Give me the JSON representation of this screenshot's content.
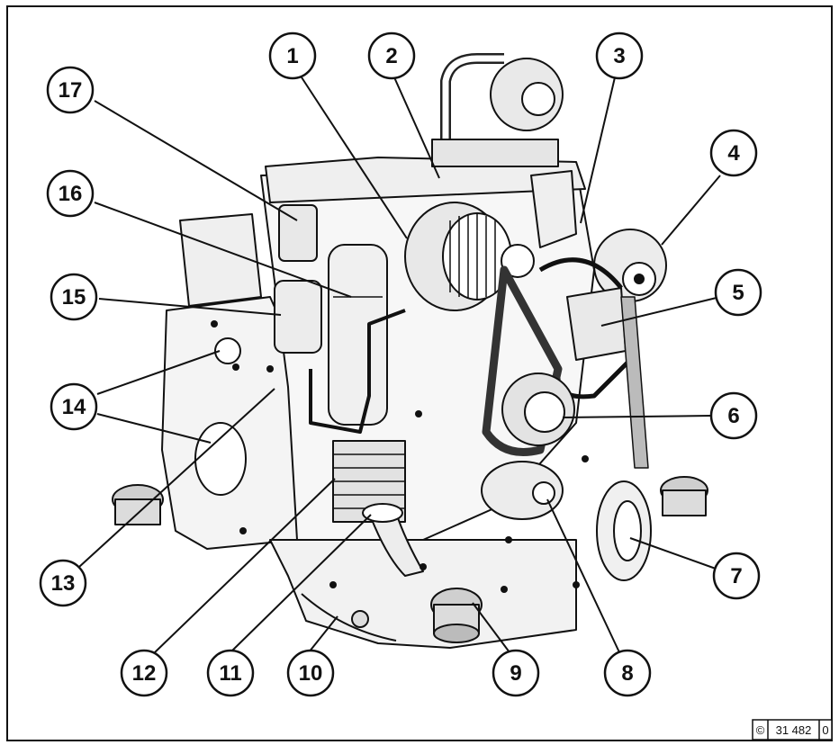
{
  "figure": {
    "callouts": [
      {
        "label": "1"
      },
      {
        "label": "2"
      },
      {
        "label": "3"
      },
      {
        "label": "4"
      },
      {
        "label": "5"
      },
      {
        "label": "6"
      },
      {
        "label": "7"
      },
      {
        "label": "8"
      },
      {
        "label": "9"
      },
      {
        "label": "10"
      },
      {
        "label": "11"
      },
      {
        "label": "12"
      },
      {
        "label": "13"
      },
      {
        "label": "14"
      },
      {
        "label": "15"
      },
      {
        "label": "16"
      },
      {
        "label": "17"
      }
    ],
    "reference_code": {
      "symbol": "©",
      "number": "31 482",
      "suffix": "0"
    },
    "colors": {
      "ink": "#111111",
      "paper": "#ffffff"
    }
  }
}
